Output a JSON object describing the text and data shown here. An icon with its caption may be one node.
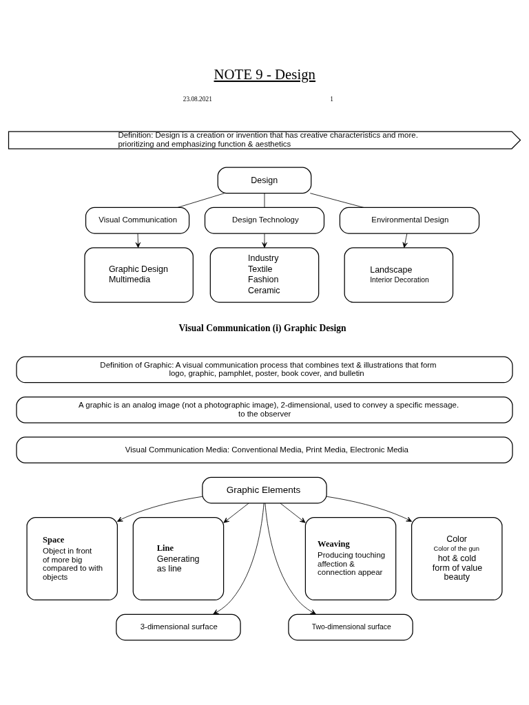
{
  "diagram": {
    "title": "NOTE 9 - Design",
    "nodes": [
      {
        "text": [
          "Definition: Design is a creation or invention that has creative characteristics and more. prioritizing and emphasizing function & aesthetics"
        ]
      },
      {
        "text": [
          "Design"
        ]
      },
      {
        "text": [
          "Visual Communication"
        ]
      },
      {
        "text": [
          "Design Technology"
        ]
      },
      {
        "text": [
          "Environmental Design"
        ]
      },
      {
        "text": [
          "Graphic Design",
          "Multimedia"
        ]
      },
      {
        "text": [
          "Industry",
          "Textile",
          "Fashion",
          "Ceramic"
        ]
      },
      {
        "text": [
          "Landscape",
          "Interior Decoration"
        ]
      },
      {
        "text": [
          "Definition of Graphic: A visual communication process that combines text & illustrations that form logo, graphic, pamphlet, poster, book cover, and bulletin"
        ]
      },
      {
        "text": [
          "A graphic is an analog image (not a photographic image), 2-dimensional, used to convey a specific message. to the observer"
        ]
      },
      {
        "text": [
          "Visual Communication Media: Conventional Media, Print Media, Electronic Media"
        ]
      },
      {
        "text": [
          "Graphic Elements"
        ]
      },
      {
        "text": [
          "Space",
          "Object in front of more big compared to with objects"
        ]
      },
      {
        "text": [
          "Line",
          "Generating as line"
        ]
      },
      {
        "text": [
          "Weaving",
          "Producing touching affection & connection appear"
        ]
      },
      {
        "text": [
          "Color",
          "Color of the gun",
          "hot & cold form of value beauty"
        ]
      },
      {
        "text": [
          "3-dimensional surface"
        ]
      },
      {
        "text": [
          "Two-dimensional surface"
        ]
      }
    ],
    "edges": [
      {
        "from": 1,
        "to": 2,
        "arrow": "none"
      },
      {
        "from": 1,
        "to": 3,
        "arrow": "none"
      },
      {
        "from": 1,
        "to": 4,
        "arrow": "none"
      },
      {
        "from": 2,
        "to": 5,
        "arrow": "to"
      },
      {
        "from": 3,
        "to": 6,
        "arrow": "to"
      },
      {
        "from": 4,
        "to": 7,
        "arrow": "to"
      },
      {
        "from": 11,
        "to": 12,
        "arrow": "to"
      },
      {
        "from": 11,
        "to": 13,
        "arrow": "to"
      },
      {
        "from": 11,
        "to": 14,
        "arrow": "to"
      },
      {
        "from": 11,
        "to": 15,
        "arrow": "to"
      },
      {
        "from": 11,
        "to": 16,
        "arrow": "to"
      },
      {
        "from": 11,
        "to": 17,
        "arrow": "to"
      }
    ],
    "labels": [
      "23.08.2021",
      "1",
      "Visual Communication (i) Graphic Design"
    ]
  }
}
